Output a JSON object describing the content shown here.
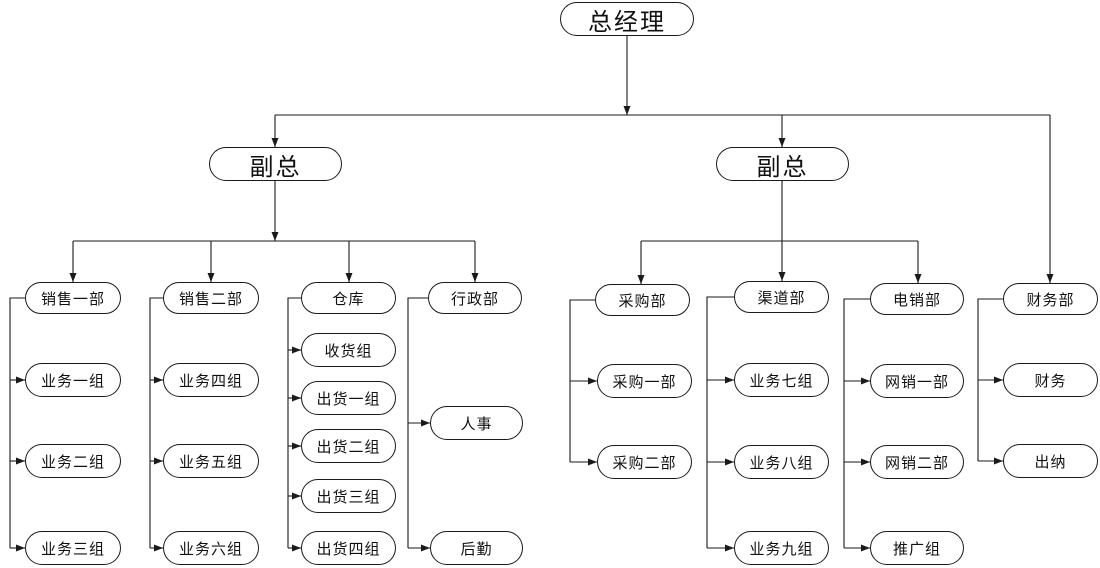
{
  "org": {
    "root": "总经理",
    "deputies": [
      {
        "label": "副总",
        "departments": [
          {
            "label": "销售一部",
            "children": [
              "业务一组",
              "业务二组",
              "业务三组"
            ]
          },
          {
            "label": "销售二部",
            "children": [
              "业务四组",
              "业务五组",
              "业务六组"
            ]
          },
          {
            "label": "仓库",
            "children": [
              "收货组",
              "出货一组",
              "出货二组",
              "出货三组",
              "出货四组"
            ]
          },
          {
            "label": "行政部",
            "children": [
              "人事",
              "后勤"
            ]
          }
        ]
      },
      {
        "label": "副总",
        "departments": [
          {
            "label": "采购部",
            "children": [
              "采购一部",
              "采购二部"
            ]
          },
          {
            "label": "渠道部",
            "children": [
              "业务七组",
              "业务八组",
              "业务九组"
            ]
          },
          {
            "label": "电销部",
            "children": [
              "网销一部",
              "网销二部",
              "推广组"
            ]
          }
        ]
      }
    ],
    "direct_departments": [
      {
        "label": "财务部",
        "children": [
          "财务",
          "出纳"
        ]
      }
    ]
  },
  "colors": {
    "line": "#1a1a1a",
    "node_border": "#1a1a1a",
    "node_fill": "#ffffff",
    "text": "#111111"
  }
}
